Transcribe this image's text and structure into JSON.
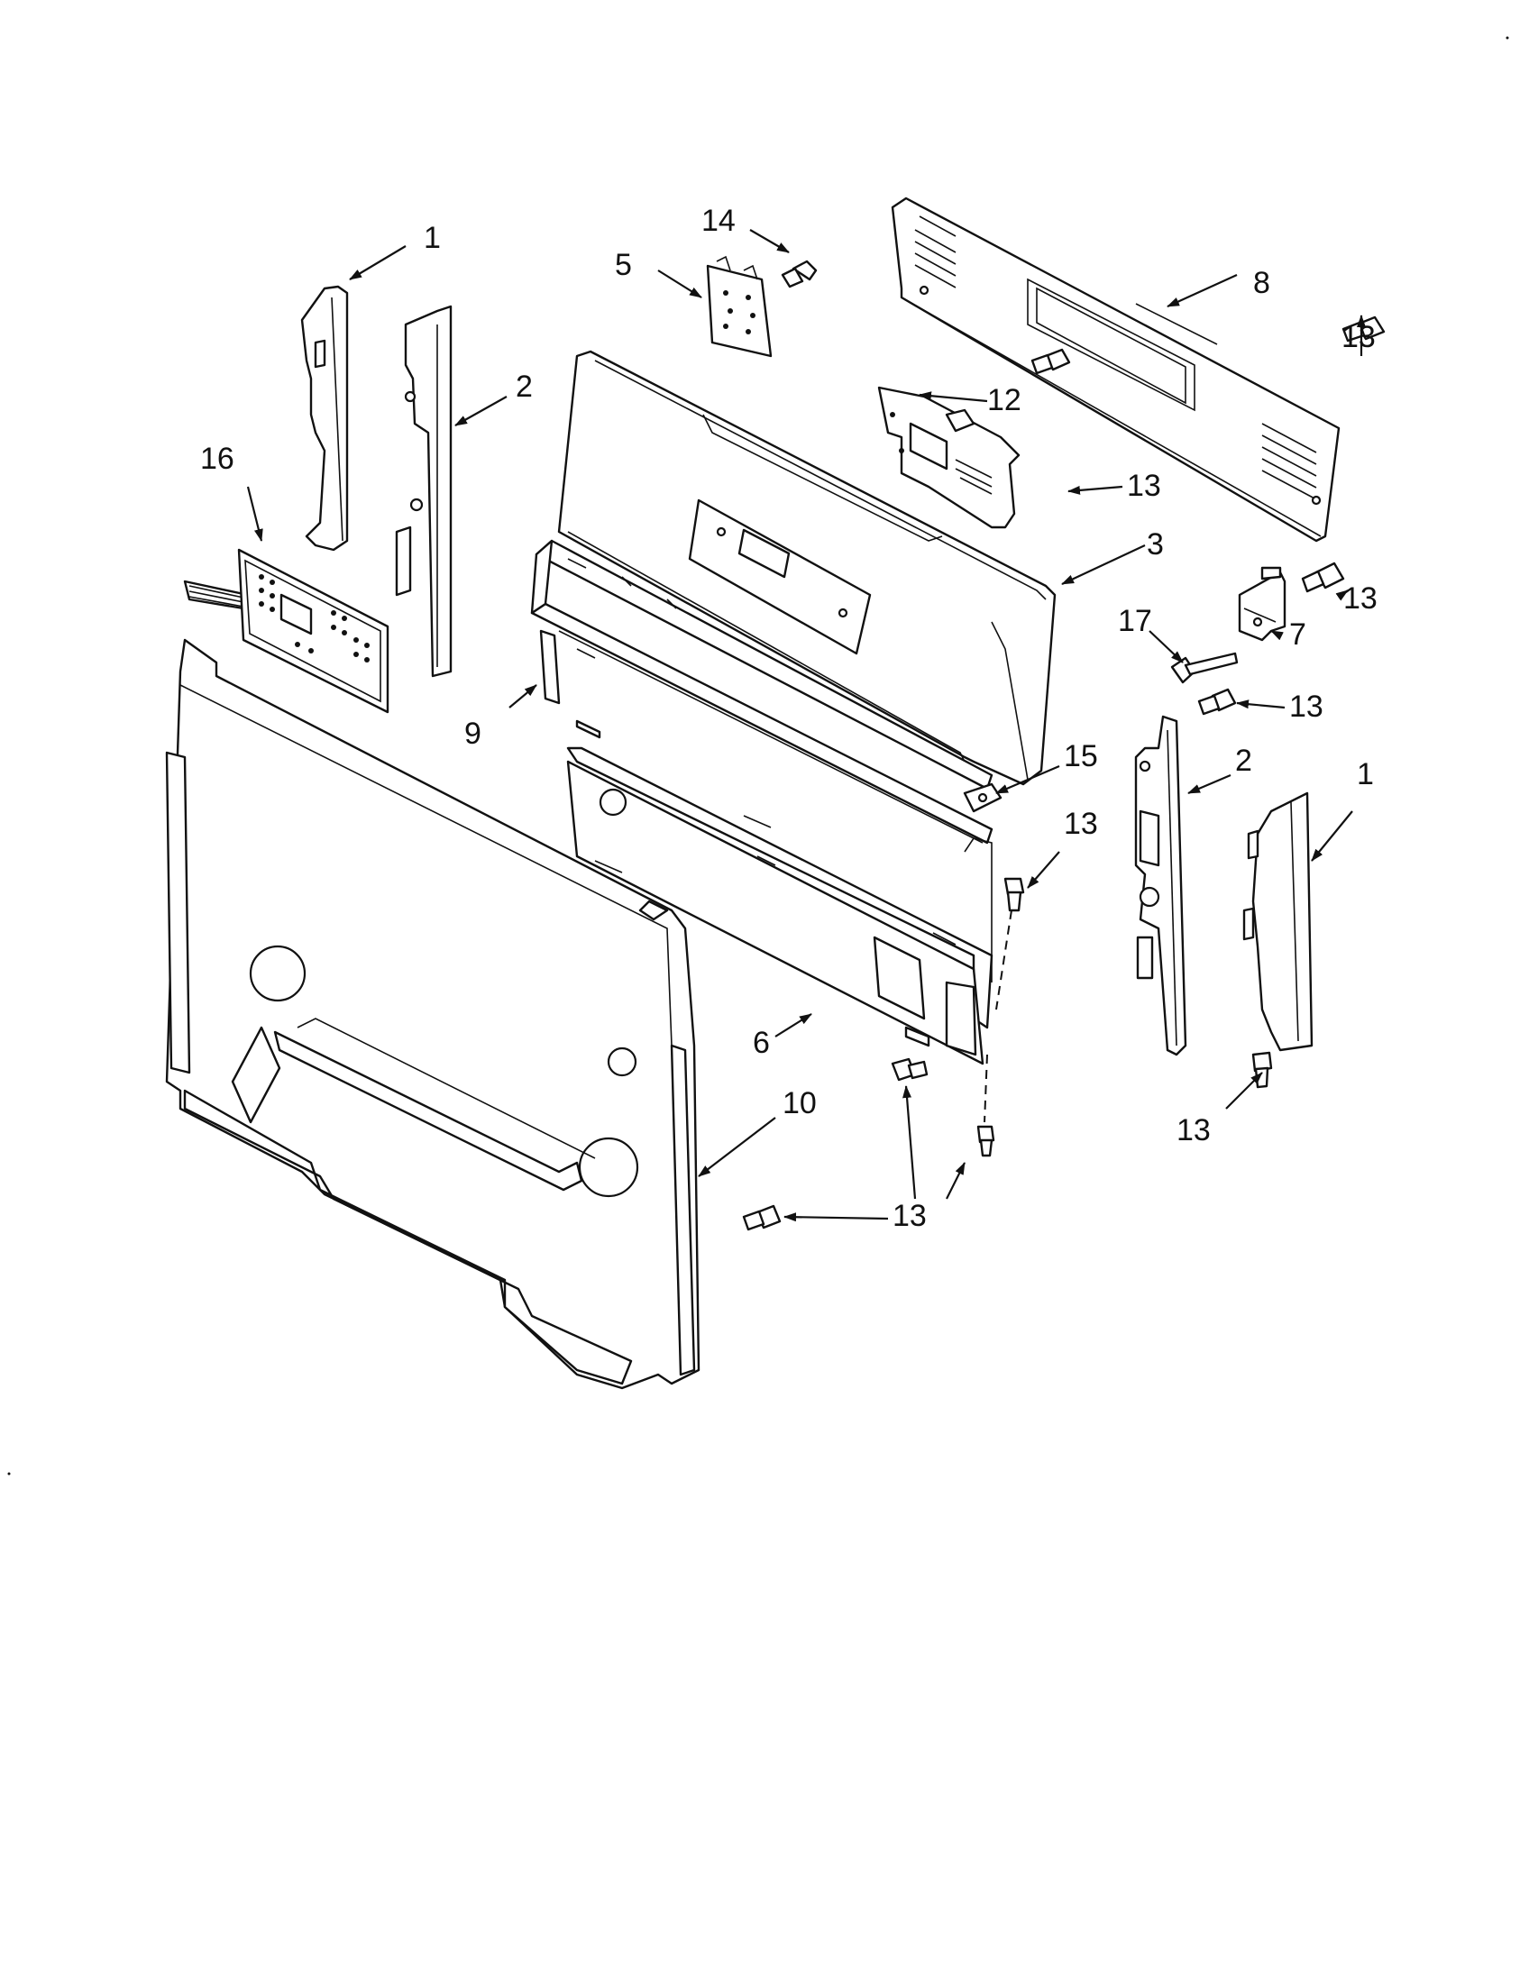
{
  "callouts": {
    "c1_left": "1",
    "c1_right": "1",
    "c2_left": "2",
    "c2_right": "2",
    "c3": "3",
    "c5": "5",
    "c6": "6",
    "c7": "7",
    "c8": "8",
    "c9": "9",
    "c10": "10",
    "c12": "12",
    "c13_top_right": "13",
    "c13_board": "13",
    "c13_bracket7": "13",
    "c13_right_mid": "13",
    "c13_center": "13",
    "c13_right_low": "13",
    "c13_bottom": "13",
    "c14": "14",
    "c15": "15",
    "c16": "16",
    "c17": "17"
  },
  "colors": {
    "ink": "#111111",
    "paper": "#ffffff"
  }
}
